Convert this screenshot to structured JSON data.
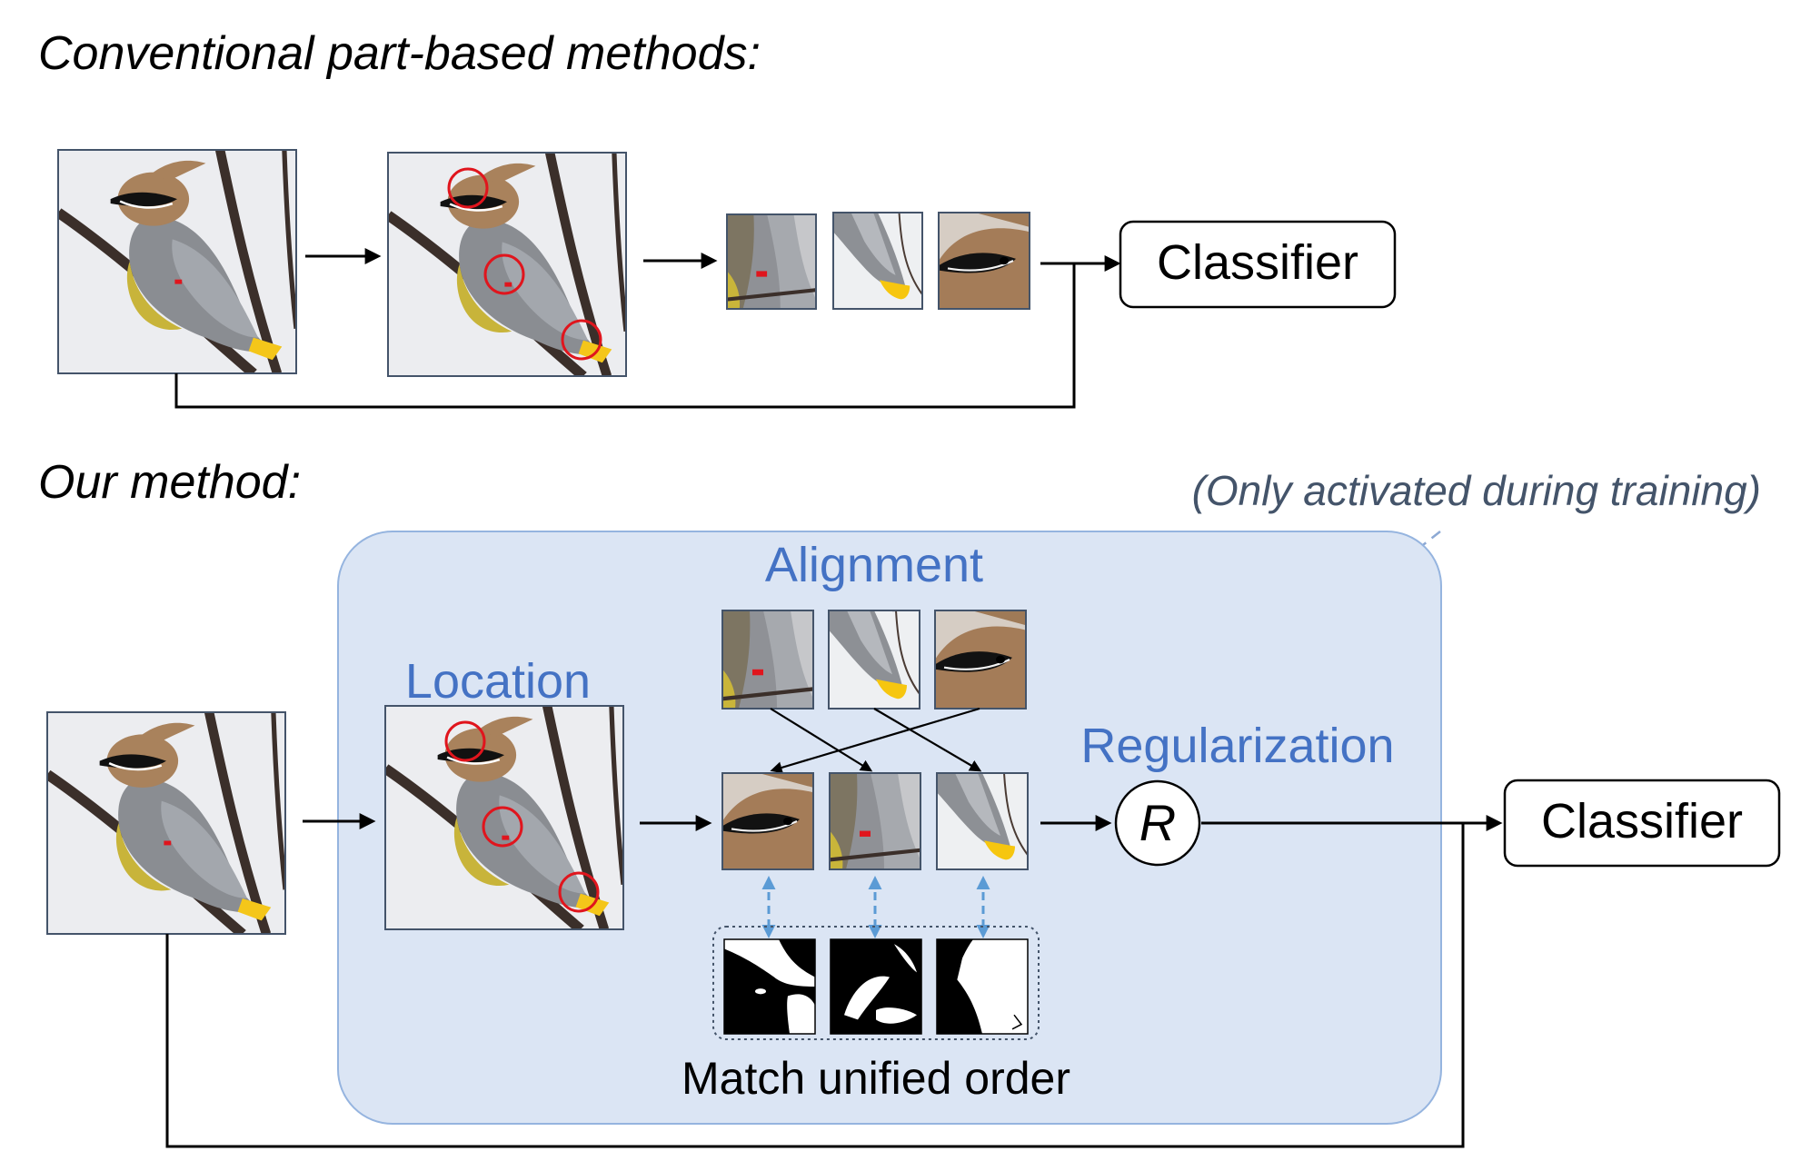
{
  "conventional": {
    "title": "Conventional part-based methods:",
    "classifier_label": "Classifier"
  },
  "ours": {
    "title": "Our method:",
    "training_note": "(Only activated during training)",
    "location_label": "Location",
    "alignment_label": "Alignment",
    "regularization_label": "Regularization",
    "regularizer_symbol": "R",
    "match_label": "Match unified order",
    "classifier_label": "Classifier"
  },
  "colors": {
    "panel_fill": "#dbe5f4",
    "panel_stroke": "#95b4df",
    "accent_blue": "#4472c4",
    "note_gray": "#44546a",
    "dashed_arrow": "#5b9bd5",
    "landmark_red": "#e0151d",
    "arrow_black": "#000000"
  },
  "icons": {
    "bird_photo": "cedar-waxwing-photo",
    "part_crop_wing": "wing-crop",
    "part_crop_tail": "tail-crop",
    "part_crop_head": "head-crop",
    "part_mask": "binary-part-mask"
  }
}
